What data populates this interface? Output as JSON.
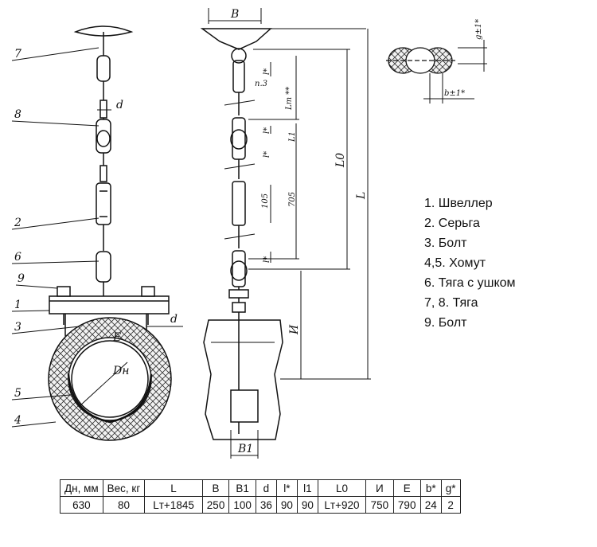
{
  "legend": [
    "1. Швеллер",
    "2. Серьга",
    "3. Болт",
    "4,5. Хомут",
    "6. Тяга с ушком",
    "7, 8. Тяга",
    "9. Болт"
  ],
  "callouts": [
    "7",
    "8",
    "2",
    "6",
    "9",
    "1",
    "3",
    "5",
    "4"
  ],
  "dims": {
    "d": "d",
    "d2": "d",
    "E": "E",
    "Dn": "Dн",
    "B": "B",
    "B1": "B1",
    "n3": "n.3",
    "Lt": "Lт **",
    "l1": "l*",
    "l2": "l*",
    "l3": "l*",
    "l4": "l*",
    "L1": "L1",
    "L0": "L0",
    "L": "L",
    "d705": "705",
    "d105": "105",
    "I": "И",
    "g": "g±1*",
    "b": "b±1*"
  },
  "table": {
    "headers": [
      "Дн, мм",
      "Вес, кг",
      "L",
      "B",
      "B1",
      "d",
      "l*",
      "l1",
      "L0",
      "И",
      "E",
      "b*",
      "g*"
    ],
    "rows": [
      [
        "630",
        "80",
        "Lт+1845",
        "250",
        "100",
        "36",
        "90",
        "90",
        "Lт+920",
        "750",
        "790",
        "24",
        "2"
      ]
    ]
  }
}
